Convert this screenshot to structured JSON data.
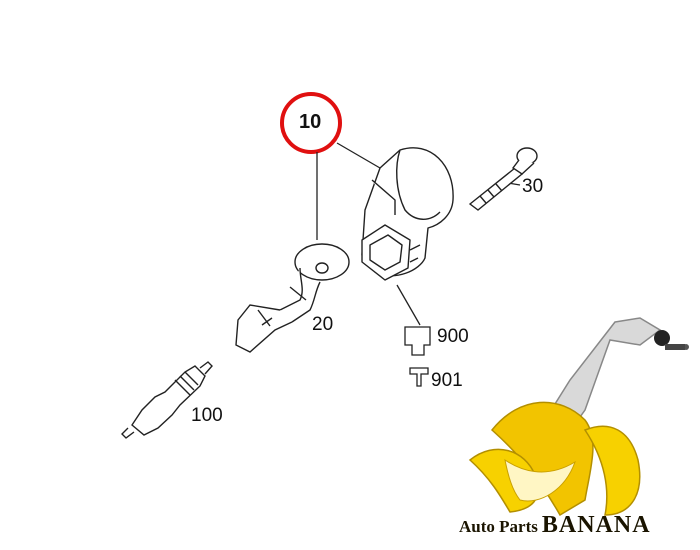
{
  "diagram": {
    "parts": [
      {
        "id": "callout",
        "number": "10"
      },
      {
        "id": "bolt",
        "number": "30"
      },
      {
        "id": "connector-boot",
        "number": "20"
      },
      {
        "id": "plug-900",
        "number": "900"
      },
      {
        "id": "plug-901",
        "number": "901"
      },
      {
        "id": "spark-plug",
        "number": "100"
      }
    ],
    "highlight_color": "#e01010"
  },
  "logo": {
    "text_small": "Auto Parts",
    "text_big": "BANANA",
    "colors": {
      "banana": "#f2c400",
      "peel": "#d9a800",
      "text": "#1a1400"
    }
  }
}
